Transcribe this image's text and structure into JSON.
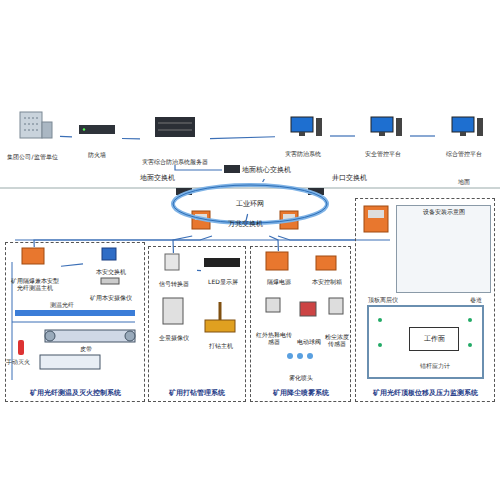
{
  "diagram": {
    "nodes": [
      {
        "text": [
          "集团公司/监管单位"
        ]
      },
      {
        "text": [
          "防火墙"
        ]
      },
      {
        "text": [
          "灾害综合防治系统服务器"
        ]
      },
      {
        "text": [
          "灾害防治系统"
        ]
      },
      {
        "text": [
          "安全管控平台"
        ]
      },
      {
        "text": [
          "综合管控平台"
        ]
      },
      {
        "text": [
          "地面核心交换机"
        ]
      },
      {
        "text": [
          "地面交换机"
        ]
      },
      {
        "text": [
          "井口交换机"
        ]
      },
      {
        "text": [
          "工业环网"
        ]
      },
      {
        "text": [
          "万兆交换机"
        ]
      },
      {
        "text": [
          "矿用光纤测温及灭火控制系统"
        ]
      },
      {
        "text": [
          "矿用打钻管理系统"
        ]
      },
      {
        "text": [
          "矿用降尘喷雾系统"
        ]
      },
      {
        "text": [
          "矿用光纤顶板位移及压力监测系统"
        ]
      },
      {
        "text": [
          "矿用隔爆兼本安型光纤测温主机"
        ],
        "in": 11
      },
      {
        "text": [
          "本安交换机"
        ],
        "in": 11
      },
      {
        "text": [
          "矿用本安摄像仪"
        ],
        "in": 11
      },
      {
        "text": [
          "信号转换器"
        ],
        "in": 12
      },
      {
        "text": [
          "LED显示屏"
        ],
        "in": 12
      },
      {
        "text": [
          "全景摄像仪"
        ],
        "in": 12
      },
      {
        "text": [
          "打钻主机"
        ],
        "in": 12
      },
      {
        "text": [
          "隔爆电源"
        ],
        "in": 13
      },
      {
        "text": [
          "本安控制箱"
        ],
        "in": 13
      },
      {
        "text": [
          "红外热释电传感器"
        ],
        "in": 13
      },
      {
        "text": [
          "电动球阀"
        ],
        "in": 13
      },
      {
        "text": [
          "粉尘浓度传感器"
        ],
        "in": 13
      },
      {
        "text": [
          "雾化喷头"
        ],
        "in": 13
      },
      {
        "text": [
          "设备安装示意图"
        ],
        "in": 14
      },
      {
        "text": [
          "工作面"
        ],
        "in": 14
      }
    ],
    "edges": [
      {
        "from": 0,
        "to": 1,
        "arrow": "none"
      },
      {
        "from": 1,
        "to": 2,
        "arrow": "none"
      },
      {
        "from": 2,
        "to": 3,
        "arrow": "none"
      },
      {
        "from": 3,
        "to": 4,
        "arrow": "none"
      },
      {
        "from": 4,
        "to": 5,
        "arrow": "none"
      },
      {
        "from": 2,
        "to": 6,
        "arrow": "none"
      },
      {
        "from": 6,
        "to": 9,
        "arrow": "none"
      },
      {
        "from": 9,
        "to": 10,
        "arrow": "none"
      },
      {
        "from": 10,
        "to": 15,
        "arrow": "none"
      },
      {
        "from": 10,
        "to": 18,
        "arrow": "none"
      },
      {
        "from": 10,
        "to": 22,
        "arrow": "none"
      },
      {
        "from": 10,
        "to": 14,
        "arrow": "none"
      },
      {
        "from": 15,
        "to": 16,
        "arrow": "none"
      },
      {
        "from": 22,
        "to": 23,
        "arrow": "none"
      },
      {
        "from": 18,
        "to": 19,
        "arrow": "none"
      }
    ],
    "labels": [
      "地面",
      "测温光纤",
      "皮带",
      "手动灭火",
      "巷道",
      "顶板离层仪",
      "锚杆应力计"
    ]
  }
}
